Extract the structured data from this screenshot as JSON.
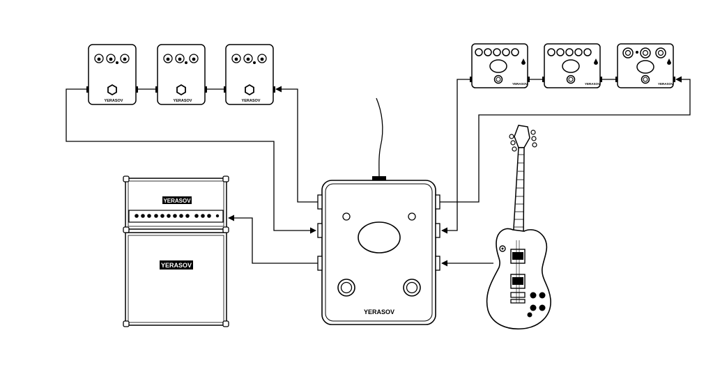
{
  "brand": {
    "pedal_label": "YERASOV",
    "preamp_label": "YERASOV",
    "switcher_label": "YERASOV",
    "amp_head_label": "YERASOV",
    "cabinet_label": "YERASOV"
  },
  "colors": {
    "stroke": "#000000",
    "background": "#ffffff"
  },
  "devices": {
    "left_pedals": [
      "pedal-1",
      "pedal-2",
      "pedal-3"
    ],
    "right_preamps": [
      "preamp-1",
      "preamp-2",
      "preamp-3"
    ]
  }
}
